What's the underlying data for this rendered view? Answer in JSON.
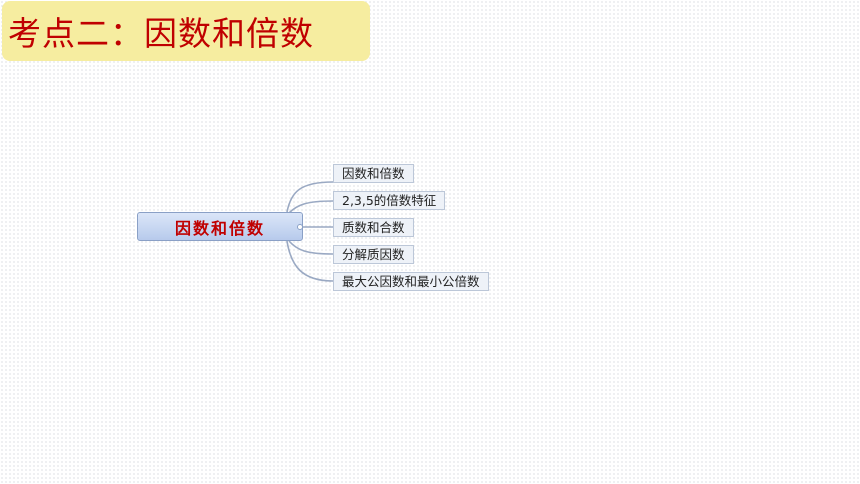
{
  "title": "考点二：因数和倍数",
  "mindmap": {
    "root": "因数和倍数",
    "children": [
      "因数和倍数",
      "2,3,5的倍数特征",
      "质数和合数",
      "分解质因数",
      "最大公因数和最小公倍数"
    ]
  },
  "colors": {
    "title_bg": "#f6eda0",
    "title_text": "#c00000",
    "root_bg": "#c6d5f0",
    "connector": "#9aa9c3"
  }
}
